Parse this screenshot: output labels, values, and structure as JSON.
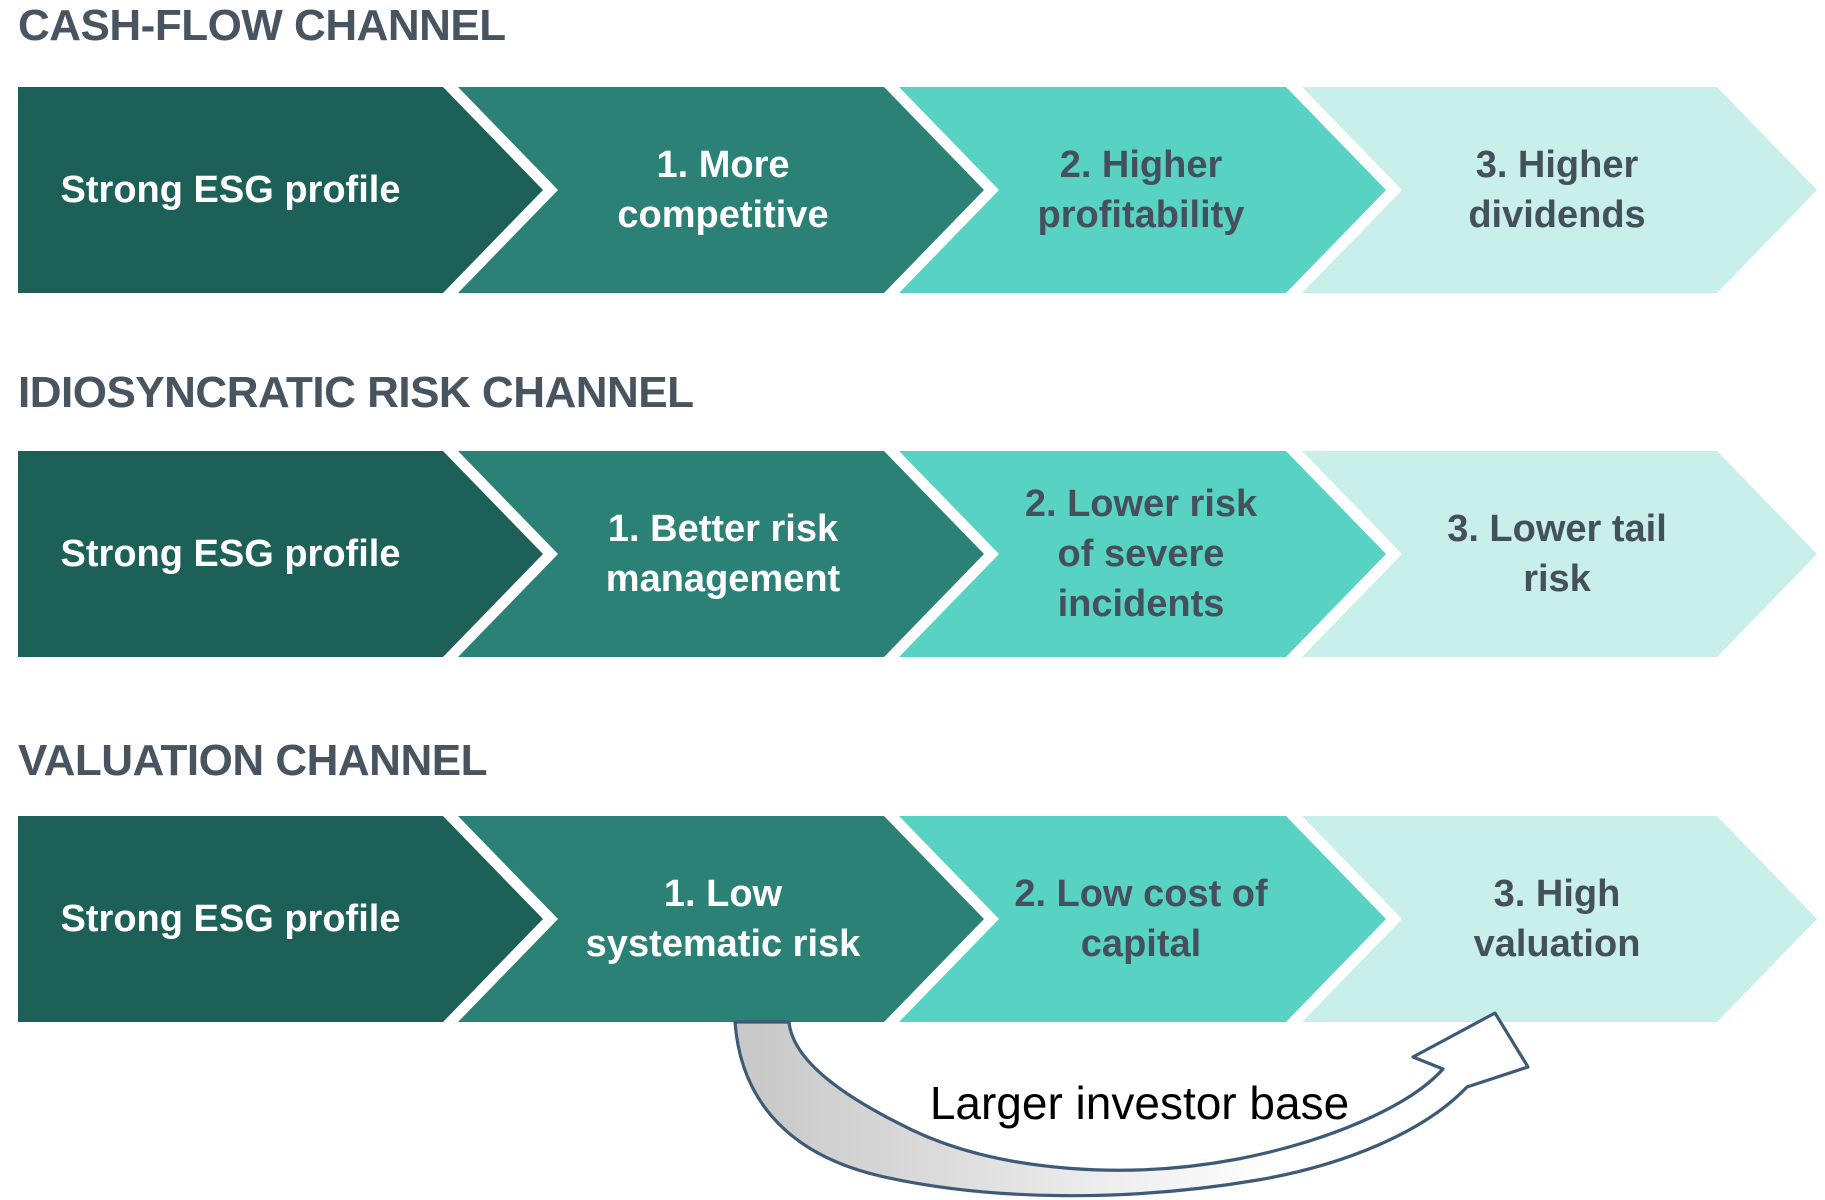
{
  "diagram": {
    "colors": {
      "segment1": "#1d6057",
      "segment2": "#2b8176",
      "segment3": "#58d2c3",
      "segment4": "#c8efe9",
      "heading_text": "#485460",
      "dark_label_text": "#45505d",
      "light_label_text": "#ffffff",
      "curve_outline": "#3e5a77",
      "curve_fill_start": "#c9c9c9",
      "curve_fill_end": "#ffffff"
    },
    "channels": [
      {
        "title": "CASH-FLOW CHANNEL",
        "steps": [
          "Strong ESG profile",
          "1. More\ncompetitive",
          "2. Higher\nprofitability",
          "3. Higher\ndividends"
        ]
      },
      {
        "title": "IDIOSYNCRATIC RISK CHANNEL",
        "steps": [
          "Strong ESG profile",
          "1. Better risk\nmanagement",
          "2. Lower risk\nof severe\nincidents",
          "3. Lower tail\nrisk"
        ]
      },
      {
        "title": "VALUATION CHANNEL",
        "steps": [
          "Strong ESG profile",
          "1. Low\nsystematic risk",
          "2. Low cost of\ncapital",
          "3. High\nvaluation"
        ]
      }
    ],
    "annotation": {
      "label": "Larger investor base",
      "from_step": "1. Low systematic risk",
      "to_step": "3. High valuation"
    }
  }
}
